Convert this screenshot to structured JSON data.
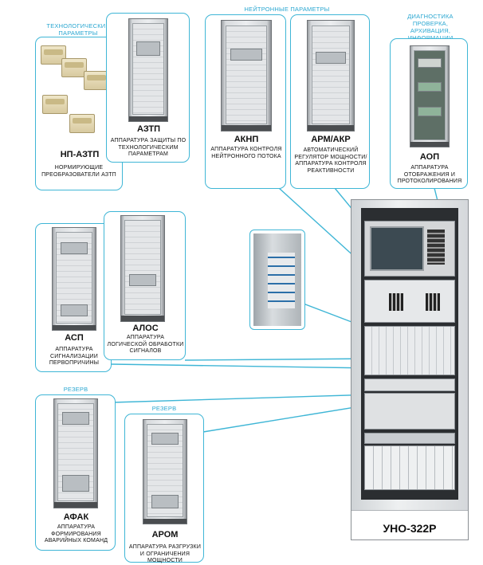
{
  "headers": {
    "tech": "ТЕХНОЛОГИЧЕСКИЕ ПАРАМЕТРЫ",
    "neutron": "НЕЙТРОННЫЕ ПАРАМЕТРЫ",
    "diag": "ДИАГНОСТИКА ПРОВЕРКА, АРХИВАЦИЯ, ИНФОРМАЦИИ",
    "reserve1": "РЕЗЕРВ",
    "reserve2": "РЕЗЕРВ"
  },
  "blocks": {
    "np_aztp": {
      "title": "НП-АЗТП",
      "desc": "НОРМИРУЮЩИЕ ПРЕОБРАЗОВАТЕЛИ АЗТП"
    },
    "aztp": {
      "title": "АЗТП",
      "desc": "АППАРАТУРА ЗАЩИТЫ ПО ТЕХНОЛОГИЧЕСКИМ ПАРАМЕТРАМ"
    },
    "aknp": {
      "title": "АКНП",
      "desc": "АППАРАТУРА КОНТРОЛЯ НЕЙТРОННОГО ПОТОКА"
    },
    "arm": {
      "title": "АРМ/АКР",
      "desc": "АВТОМАТИЧЕСКИЙ РЕГУЛЯТОР МОЩНОСТИ/ АППАРАТУРА КОНТРОЛЯ РЕАКТИВНОСТИ"
    },
    "aop": {
      "title": "АОП",
      "desc": "АППАРАТУРА ОТОБРАЖЕНИЯ И ПРОТОКОЛИРОВАНИЯ"
    },
    "asp": {
      "title": "АСП",
      "desc": "АППАРАТУРА СИГНАЛИЗАЦИИ ПЕРВОПРИЧИНЫ"
    },
    "alos": {
      "title": "АЛОС",
      "desc": "АППАРАТУРА ЛОГИЧЕСКОЙ ОБРАБОТКИ СИГНАЛОВ"
    },
    "afak": {
      "title": "АФАК",
      "desc": "АППАРАТУРА ФОРМИРОВАНИЯ АВАРИЙНЫХ КОМАНД"
    },
    "arom": {
      "title": "АРОМ",
      "desc": "АППАРАТУРА РАЗГРУЗКИ И ОГРАНИЧЕНИЯ МОЩНОСТИ"
    }
  },
  "main_label": "УНО-322Р",
  "colors": {
    "accent": "#3fb6d6",
    "line": "#3fb6d6"
  }
}
